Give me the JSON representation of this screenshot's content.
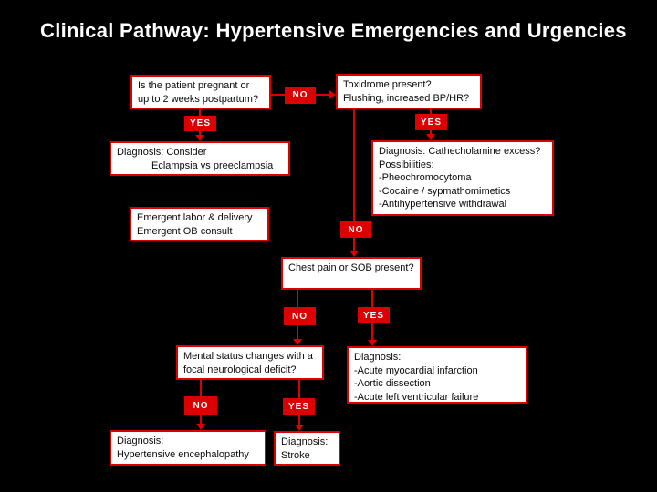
{
  "title": "Clinical Pathway: Hypertensive Emergencies and Urgencies",
  "colors": {
    "accent_red": "#dd0000",
    "box_background": "#ffffff",
    "box_text": "#0a0a0a",
    "slide_background": "#000000",
    "title_text": "#ffffff"
  },
  "labels": {
    "yes": "YES",
    "no": "NO"
  },
  "nodes": {
    "pregnant": {
      "lines": [
        "Is the patient pregnant or",
        "up to 2 weeks postpartum?"
      ]
    },
    "toxidrome": {
      "lines": [
        "Toxidrome present?",
        "Flushing, increased BP/HR?"
      ]
    },
    "eclampsia": {
      "lines": [
        "Diagnosis: Consider",
        "Eclampsia vs preeclampsia"
      ]
    },
    "catecholamine": {
      "lines": [
        "Diagnosis: Cathecholamine excess?",
        "Possibilities:",
        "-Pheochromocytoma",
        "-Cocaine / sypmathomimetics",
        "-Antihypertensive withdrawal"
      ]
    },
    "emergent": {
      "lines": [
        "Emergent labor & delivery",
        "Emergent OB consult"
      ]
    },
    "chest": {
      "lines": [
        "Chest pain or SOB present?"
      ]
    },
    "mental": {
      "lines": [
        "Mental status changes with a",
        "focal neurological deficit?"
      ]
    },
    "cardiac": {
      "lines": [
        "Diagnosis:",
        "-Acute myocardial infarction",
        "-Aortic dissection",
        "-Acute left ventricular failure"
      ]
    },
    "encephalopathy": {
      "lines": [
        "Diagnosis:",
        "Hypertensive encephalopathy"
      ]
    },
    "stroke": {
      "lines": [
        "Diagnosis:",
        "Stroke"
      ]
    }
  }
}
